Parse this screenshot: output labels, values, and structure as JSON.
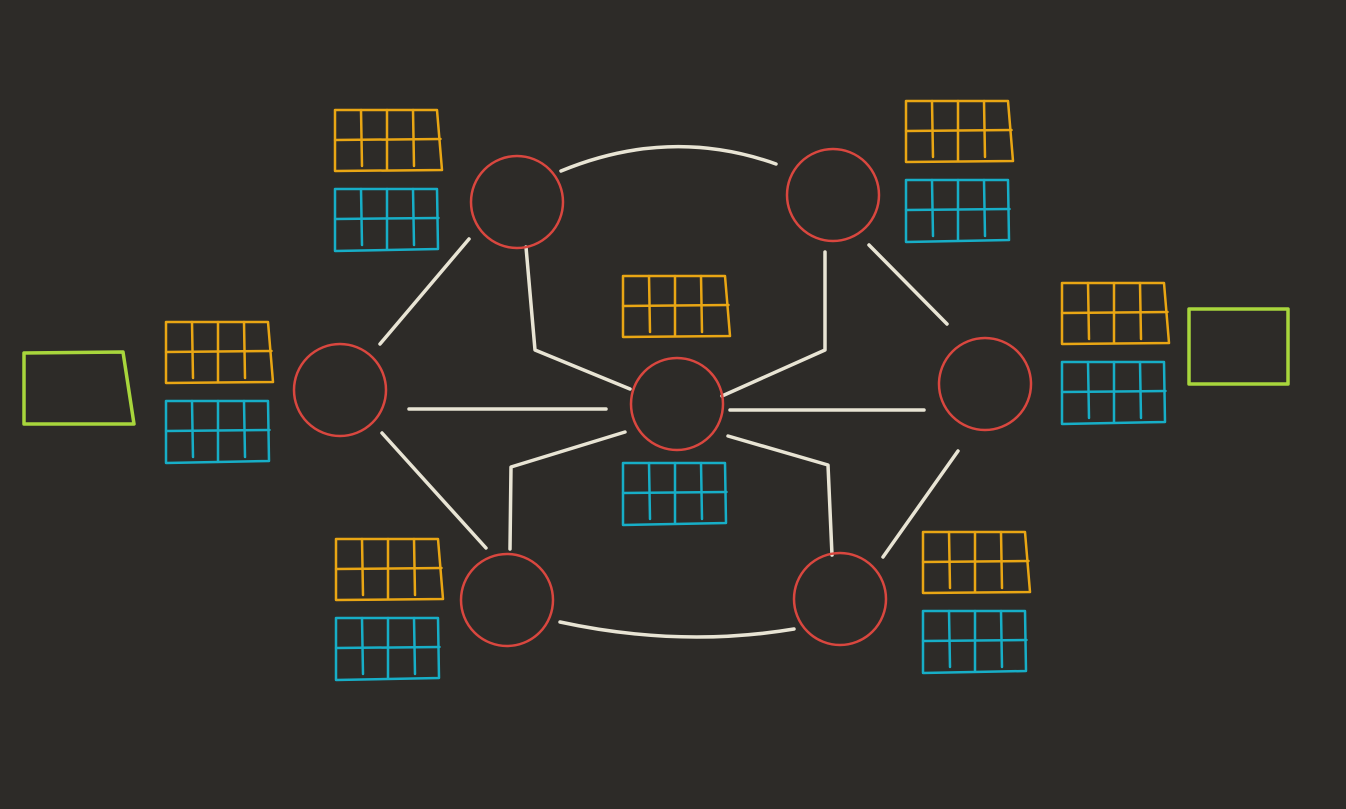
{
  "colors": {
    "background": "#2d2b28",
    "node": "#d9473f",
    "edge": "#e8e4d4",
    "table_orange": "#e9a614",
    "table_cyan": "#17aec7",
    "frame_green": "#a8d63c"
  },
  "diagram": {
    "nodes": [
      {
        "id": "center"
      },
      {
        "id": "top-left"
      },
      {
        "id": "top-right"
      },
      {
        "id": "left"
      },
      {
        "id": "right"
      },
      {
        "id": "bottom-left"
      },
      {
        "id": "bottom-right"
      }
    ],
    "edges": [
      {
        "from": "top-left",
        "to": "top-right"
      },
      {
        "from": "bottom-left",
        "to": "bottom-right"
      },
      {
        "from": "left",
        "to": "top-left"
      },
      {
        "from": "left",
        "to": "bottom-left"
      },
      {
        "from": "left",
        "to": "center"
      },
      {
        "from": "right",
        "to": "top-right"
      },
      {
        "from": "right",
        "to": "bottom-right"
      },
      {
        "from": "right",
        "to": "center"
      },
      {
        "from": "top-left",
        "to": "center"
      },
      {
        "from": "top-right",
        "to": "center"
      },
      {
        "from": "bottom-left",
        "to": "center"
      },
      {
        "from": "bottom-right",
        "to": "center"
      }
    ],
    "table_pairs": [
      {
        "node": "top-left"
      },
      {
        "node": "top-right"
      },
      {
        "node": "left"
      },
      {
        "node": "right"
      },
      {
        "node": "bottom-left"
      },
      {
        "node": "bottom-right"
      },
      {
        "node": "center"
      }
    ],
    "frames": [
      {
        "side": "left"
      },
      {
        "side": "right"
      }
    ]
  }
}
